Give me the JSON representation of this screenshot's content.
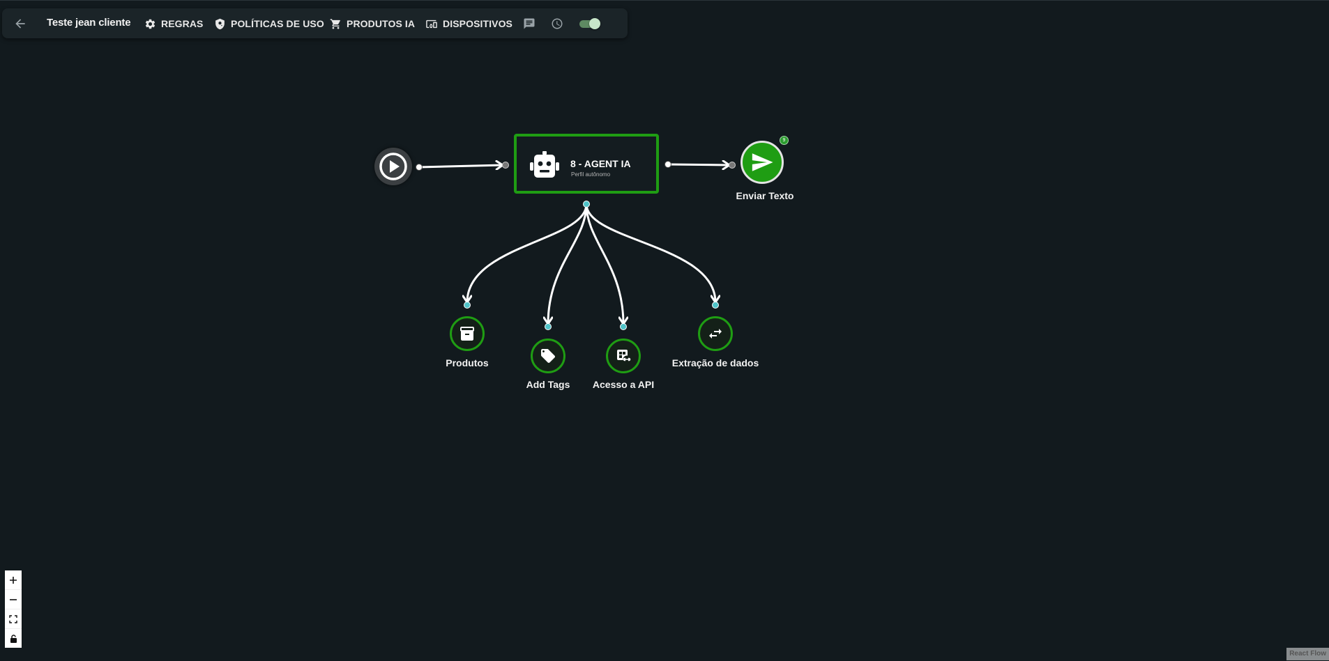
{
  "toolbar": {
    "title": "Teste jean cliente",
    "rules_label": "REGRAS",
    "policies_label": "POLÍTICAS DE USO",
    "products_label": "PRODUTOS IA",
    "devices_label": "DISPOSITIVOS",
    "toggle_on": true
  },
  "flow": {
    "agent": {
      "title": "8 - AGENT IA",
      "subtitle": "Perfil autônomo"
    },
    "send": {
      "label": "Enviar Texto",
      "badge": "9"
    },
    "tools": [
      {
        "label": "Produtos",
        "icon": "archive-icon"
      },
      {
        "label": "Add Tags",
        "icon": "tag-icon"
      },
      {
        "label": "Acesso a API",
        "icon": "api-link-icon"
      },
      {
        "label": "Extração de dados",
        "icon": "swap-arrows-icon"
      }
    ]
  },
  "attribution": "React Flow",
  "colors": {
    "background": "#121a1e",
    "accent_green": "#1f9d13",
    "handle_teal": "#4fc3c8"
  }
}
